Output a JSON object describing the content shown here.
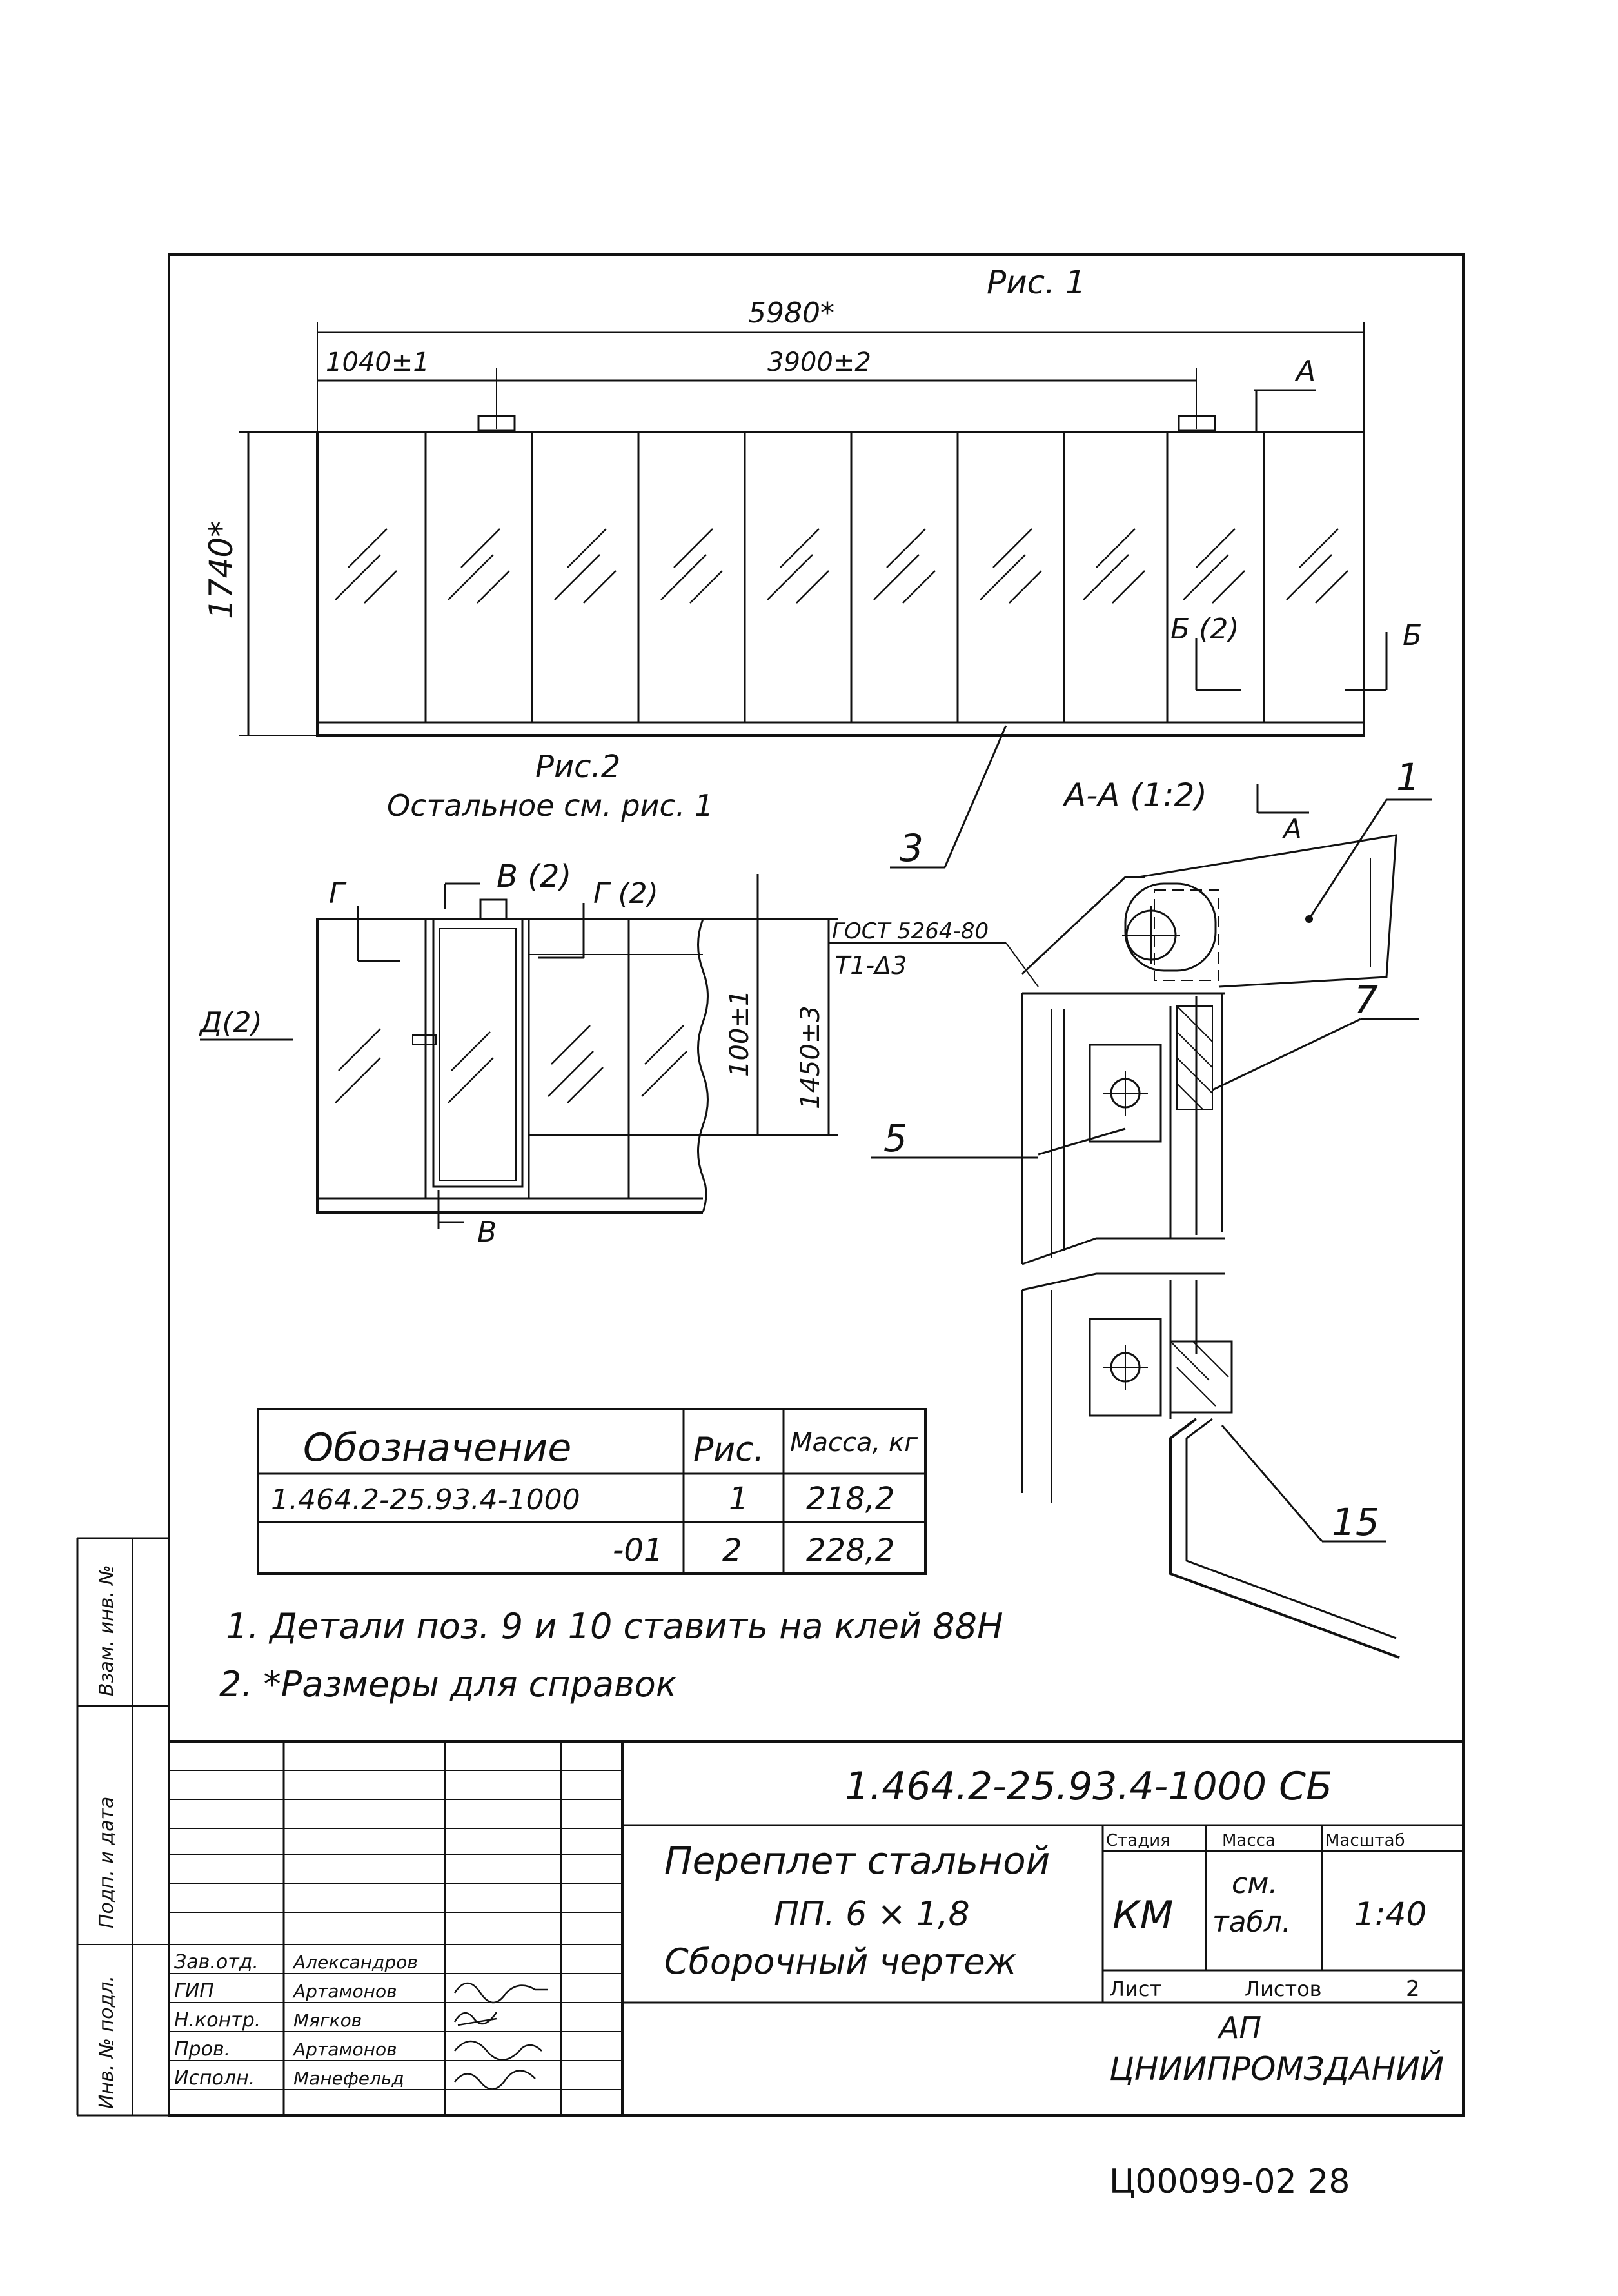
{
  "fig1": {
    "title": "Рис. 1",
    "dim_total": "5980*",
    "dim_left": "1040±1",
    "dim_mid": "3900±2",
    "dim_height": "1740*",
    "section_a": "А",
    "section_b": "Б",
    "section_b2": "Б (2)"
  },
  "fig2": {
    "title": "Рис.2",
    "note": "Остальное см. рис. 1",
    "label_v2": "В (2)",
    "label_g": "Г",
    "label_g2": "Г (2)",
    "label_d2": "Д(2)",
    "label_v": "В",
    "dim_100": "100±1",
    "dim_1450": "1450±3"
  },
  "section_aa": {
    "title": "А-А (1:2)",
    "arrow": "А",
    "gost_line1": "ГОСТ 5264-80",
    "gost_line2": "Т1-Δ3"
  },
  "callouts": {
    "p1": "1",
    "p3": "3",
    "p5": "5",
    "p7": "7",
    "p15": "15"
  },
  "mass_table": {
    "headers": [
      "Обозначение",
      "Рис.",
      "Масса, кг"
    ],
    "rows": [
      [
        "1.464.2-25.93.4-1000",
        "1",
        "218,2"
      ],
      [
        "-01",
        "2",
        "228,2"
      ]
    ]
  },
  "notes": [
    "1. Детали поз. 9 и 10 ставить на клей 88Н",
    "2. *Размеры для справок"
  ],
  "title_block": {
    "doc_code": "1.464.2-25.93.4-1000 СБ",
    "name_line1": "Переплет стальной",
    "name_line2": "ПП. 6 × 1,8",
    "name_line3": "Сборочный чертеж",
    "col_stage": "Стадия",
    "col_mass": "Масса",
    "col_scale": "Масштаб",
    "stage": "КМ",
    "mass_line1": "см.",
    "mass_line2": "табл.",
    "scale": "1:40",
    "sheet_label": "Лист",
    "sheets_label": "Листов",
    "sheets_value": "2",
    "org_line1": "АП",
    "org_line2": "ЦНИИПРОМЗДАНИЙ",
    "staff": [
      {
        "role": "Зав.отд.",
        "name": "Александров"
      },
      {
        "role": "ГИП",
        "name": "Артамонов"
      },
      {
        "role": "Н.контр.",
        "name": "Мягков"
      },
      {
        "role": "Пров.",
        "name": "Артамонов"
      },
      {
        "role": "Исполн.",
        "name": "Манефельд"
      }
    ]
  },
  "side_stamp": {
    "inv_replaced": "Взам. инв. №",
    "sign_date": "Подп. и дата",
    "inv_orig": "Инв. № подл."
  },
  "footer_code": "Ц00099-02  28"
}
